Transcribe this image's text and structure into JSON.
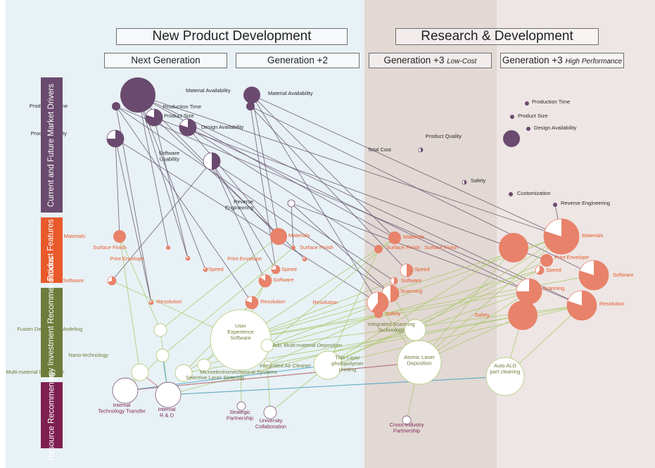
{
  "columns": {
    "npd": "New Product Development",
    "rd": "Research & Development",
    "next_gen": "Next Generation",
    "gen2": "Generation +2",
    "gen3_low": "Generation +3",
    "gen3_low_note": "Low-Cost",
    "gen3_high": "Generation +3",
    "gen3_high_note": "High Performance"
  },
  "rows": {
    "market": "Current and Future Market Drivers",
    "features": "Product Features",
    "tech": "Technology Investment Recommendations",
    "resource": "Resource Recommenda-"
  },
  "colors": {
    "market": "#6a4a6e",
    "feature": "#e8826a",
    "feature_text": "#e8592b",
    "tech_text": "#6e7c3b",
    "tech_fill": "#ffffff",
    "resource_text": "#7e1f51",
    "link_market": "#5a4660",
    "link_tech": "#a9c96a",
    "link_res_blue": "#4aa3d6",
    "link_res_red": "#d46a6a",
    "bg_npd": "#e8f1f5",
    "bg_low": "#e2d8d4",
    "bg_high": "#ede6e4"
  },
  "market_nodes": [
    {
      "id": "m1_avail",
      "label": "Material Availability",
      "fill": 1
    },
    {
      "id": "m1_time",
      "label": "Production Time",
      "fill": 1
    },
    {
      "id": "m1_size",
      "label": "Product Size",
      "fill": 0.8
    },
    {
      "id": "m1_design",
      "label": "Design Availability",
      "fill": 0.8
    },
    {
      "id": "m1_quality",
      "label": "Product Quality",
      "fill": 0.75
    },
    {
      "id": "m1_usab",
      "label": "Software Usability",
      "fill": 0.5
    },
    {
      "id": "m2_avail",
      "label": "Material Availability",
      "fill": 1
    },
    {
      "id": "m2_time",
      "label": "Production Time",
      "fill": 1
    },
    {
      "id": "m_rev",
      "label": "Reverse Engineering",
      "fill": 0
    },
    {
      "id": "m_cost",
      "label": "Total Cost",
      "fill": 0.5
    },
    {
      "id": "m_safety",
      "label": "Safety",
      "fill": 0.5
    },
    {
      "id": "m4_time",
      "label": "Production Time",
      "fill": 1
    },
    {
      "id": "m4_size",
      "label": "Product Size",
      "fill": 1
    },
    {
      "id": "m4_design",
      "label": "Design Availability",
      "fill": 1
    },
    {
      "id": "m4_quality",
      "label": "Product Quality",
      "fill": 1
    },
    {
      "id": "m4_custom",
      "label": "Customization",
      "fill": 1
    },
    {
      "id": "m4_rev",
      "label": "Reverse Engineering",
      "fill": 1
    }
  ],
  "feature_nodes": [
    {
      "id": "f1_mat",
      "label": "Materials",
      "fill": 1
    },
    {
      "id": "f1_surf",
      "label": "Surface Finish",
      "fill": 1
    },
    {
      "id": "f1_env",
      "label": "Print Envelope",
      "fill": 0.8
    },
    {
      "id": "f1_speed",
      "label": "Speed",
      "fill": 0.8
    },
    {
      "id": "f1_soft",
      "label": "Software",
      "fill": 0.7
    },
    {
      "id": "f1_res",
      "label": "Resolution",
      "fill": 0.8
    },
    {
      "id": "f2_mat",
      "label": "Materials",
      "fill": 1
    },
    {
      "id": "f2_surf",
      "label": "Surface Finish",
      "fill": 1
    },
    {
      "id": "f2_env",
      "label": "Print Envelope",
      "fill": 0.8
    },
    {
      "id": "f2_speed",
      "label": "Speed",
      "fill": 0.75
    },
    {
      "id": "f2_soft",
      "label": "Software",
      "fill": 0.85
    },
    {
      "id": "f2_res",
      "label": "Resolution",
      "fill": 0.8
    },
    {
      "id": "f3_mat",
      "label": "Materials",
      "fill": 1
    },
    {
      "id": "f3_surf",
      "label": "Surface Finish",
      "fill": 1
    },
    {
      "id": "f3_speed",
      "label": "Speed",
      "fill": 0.5
    },
    {
      "id": "f3_soft",
      "label": "Software",
      "fill": 0.5
    },
    {
      "id": "f3_scan",
      "label": "Scanning",
      "fill": 0.5
    },
    {
      "id": "f3_res",
      "label": "Resolution",
      "fill": 0.6
    },
    {
      "id": "f3_safety",
      "label": "Safety",
      "fill": 1
    },
    {
      "id": "f4_mat",
      "label": "Materials",
      "fill": 0.8
    },
    {
      "id": "f4_surf",
      "label": "Surface Finish",
      "fill": 1
    },
    {
      "id": "f4_env",
      "label": "Print Envelope",
      "fill": 1
    },
    {
      "id": "f4_speed",
      "label": "Speed",
      "fill": 0.6
    },
    {
      "id": "f4_soft",
      "label": "Software",
      "fill": 0.8
    },
    {
      "id": "f4_scan",
      "label": "Scanning",
      "fill": 0.75
    },
    {
      "id": "f4_res",
      "label": "Resolution",
      "fill": 0.8
    },
    {
      "id": "f4_safety",
      "label": "Safety",
      "fill": 1
    }
  ],
  "tech_nodes": [
    {
      "id": "t_fdm",
      "label": "Fusion Deposition Modeling"
    },
    {
      "id": "t_nano",
      "label": "Nano-technology"
    },
    {
      "id": "t_mmd",
      "label": "Multi-material Deposition"
    },
    {
      "id": "t_uxs",
      "label": "User Experience Software"
    },
    {
      "id": "t_amd",
      "label": "Adv. Multi-material Deposition"
    },
    {
      "id": "t_iac",
      "label": "Integrated Air Cleaner"
    },
    {
      "id": "t_mems",
      "label": "Microelectromechanical Systems"
    },
    {
      "id": "t_sls",
      "label": "Selective Laser Sintering"
    },
    {
      "id": "t_thin",
      "label": "Thin Layer photopolymer printing"
    },
    {
      "id": "t_ist",
      "label": "Integrated Scanning Technology"
    },
    {
      "id": "t_ald",
      "label": "Atomic Laser Deposition"
    },
    {
      "id": "t_auto",
      "label": "Auto ALD part cleaning"
    }
  ],
  "resource_nodes": [
    {
      "id": "r_itt",
      "label": "Internal Technology Transfer"
    },
    {
      "id": "r_ird",
      "label": "Internal R & D"
    },
    {
      "id": "r_sp",
      "label": "Strategic Partnership"
    },
    {
      "id": "r_uc",
      "label": "University Collaboration"
    },
    {
      "id": "r_cip",
      "label": "Cross-Industry Partnership"
    }
  ],
  "links_market": [
    [
      "m1_avail",
      "f1_surf"
    ],
    [
      "m1_avail",
      "f1_env"
    ],
    [
      "m1_avail",
      "f1_speed"
    ],
    [
      "m1_avail",
      "f2_mat"
    ],
    [
      "m1_avail",
      "f3_mat"
    ],
    [
      "m1_avail",
      "f4_mat"
    ],
    [
      "m1_time",
      "f1_res"
    ],
    [
      "m1_time",
      "f2_res"
    ],
    [
      "m1_time",
      "f3_scan"
    ],
    [
      "m1_time",
      "f4_res"
    ],
    [
      "m1_size",
      "f1_env"
    ],
    [
      "m1_size",
      "f2_env"
    ],
    [
      "m1_size",
      "f4_env"
    ],
    [
      "m1_design",
      "f2_mat"
    ],
    [
      "m1_design",
      "f3_surf"
    ],
    [
      "m1_design",
      "f4_scan"
    ],
    [
      "m1_quality",
      "f1_mat"
    ],
    [
      "m1_quality",
      "f1_res"
    ],
    [
      "m1_quality",
      "f3_res"
    ],
    [
      "m1_usab",
      "f1_soft"
    ],
    [
      "m1_usab",
      "f2_soft"
    ],
    [
      "m1_usab",
      "f3_soft"
    ],
    [
      "m1_usab",
      "f2_speed"
    ],
    [
      "m2_avail",
      "f2_mat"
    ],
    [
      "m2_avail",
      "f3_mat"
    ],
    [
      "m2_avail",
      "f4_mat"
    ],
    [
      "m2_avail",
      "f3_res"
    ],
    [
      "m2_time",
      "f2_speed"
    ],
    [
      "m2_time",
      "f3_speed"
    ],
    [
      "m2_time",
      "f4_soft"
    ],
    [
      "m_rev",
      "f3_scan"
    ],
    [
      "m_rev",
      "f4_scan"
    ],
    [
      "m_rev",
      "f2_surf"
    ],
    [
      "m4_rev",
      "f4_mat"
    ],
    [
      "m1_avail",
      "f4_res"
    ]
  ],
  "links_tech": [
    [
      "t_uxs",
      "f1_soft"
    ],
    [
      "t_uxs",
      "f2_soft"
    ],
    [
      "t_uxs",
      "f3_soft"
    ],
    [
      "t_uxs",
      "f4_soft"
    ],
    [
      "t_uxs",
      "f4_mat"
    ],
    [
      "t_uxs",
      "f4_scan"
    ],
    [
      "t_uxs",
      "f3_mat"
    ],
    [
      "t_uxs",
      "f3_res"
    ],
    [
      "t_amd",
      "f4_mat"
    ],
    [
      "t_amd",
      "f3_mat"
    ],
    [
      "t_amd",
      "f4_res"
    ],
    [
      "t_iac",
      "f4_safety"
    ],
    [
      "t_iac",
      "f3_safety"
    ],
    [
      "t_thin",
      "f4_surf"
    ],
    [
      "t_thin",
      "f4_res"
    ],
    [
      "t_thin",
      "f4_env"
    ],
    [
      "t_thin",
      "f3_surf"
    ],
    [
      "t_thin",
      "f4_speed"
    ],
    [
      "t_ald",
      "f4_mat"
    ],
    [
      "t_ald",
      "f4_surf"
    ],
    [
      "t_ald",
      "f4_safety"
    ],
    [
      "t_ald",
      "f4_scan"
    ],
    [
      "t_ald",
      "f3_res"
    ],
    [
      "t_ist",
      "f4_scan"
    ],
    [
      "t_ist",
      "f3_scan"
    ],
    [
      "t_ist",
      "f4_mat"
    ],
    [
      "t_auto",
      "f4_safety"
    ],
    [
      "t_auto",
      "f4_res"
    ],
    [
      "t_fdm",
      "f1_mat"
    ],
    [
      "t_fdm",
      "f2_mat"
    ],
    [
      "t_nano",
      "f2_surf"
    ],
    [
      "t_mmd",
      "f1_mat"
    ],
    [
      "t_mms",
      "f3_mat"
    ],
    [
      "t_mems",
      "f2_speed"
    ],
    [
      "t_mems",
      "f4_speed"
    ],
    [
      "t_sls",
      "f2_res"
    ],
    [
      "t_sls",
      "f4_res"
    ],
    [
      "t_sls",
      "t_uxs"
    ],
    [
      "t_ird",
      "t_thin"
    ],
    [
      "r_sp",
      "t_uxs"
    ],
    [
      "r_uc",
      "t_thin"
    ],
    [
      "r_uc",
      "t_iac"
    ],
    [
      "r_cip",
      "t_ald"
    ],
    [
      "r_itt",
      "t_mmd"
    ],
    [
      "r_itt",
      "t_nano"
    ],
    [
      "r_ird",
      "t_fdm"
    ],
    [
      "r_ird",
      "t_auto"
    ],
    [
      "r_itt",
      "t_ald"
    ],
    [
      "r_ird",
      "t_ist"
    ]
  ],
  "links_res_blue": [
    [
      "r_itt",
      "t_ald"
    ],
    [
      "r_ird",
      "t_auto"
    ],
    [
      "r_itt",
      "t_thin"
    ],
    [
      "r_ird",
      "t_nano"
    ]
  ],
  "links_res_red": [
    [
      "r_itt",
      "t_ald"
    ],
    [
      "r_ird",
      "t_mmd"
    ]
  ]
}
